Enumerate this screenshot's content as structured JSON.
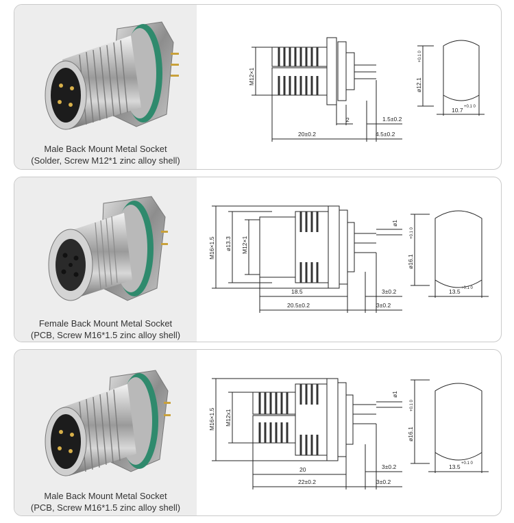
{
  "products": [
    {
      "caption_title": "Male Back Mount Metal Socket",
      "caption_spec": "(Solder, Screw M12*1  zinc alloy shell)",
      "dims": {
        "thread": "M12×1",
        "total": "20±0.2",
        "flange": "2",
        "pin_len": "4.5±0.2",
        "pin_offset": "1.5±0.2",
        "hole_d": "ø12.1",
        "hole_d_tol": "+0.1 0",
        "hole_w": "10.7",
        "hole_w_tol": "+0.1 0"
      }
    },
    {
      "caption_title": "Female Back Mount Metal Socket",
      "caption_spec": "(PCB, Screw M16*1.5  zinc alloy shell)",
      "dims": {
        "thread": "M16×1.5",
        "inner_d": "ø13.3",
        "inner_thread": "M12×1",
        "body_len": "18.5",
        "total": "20.5±0.2",
        "pin_len": "3±0.2",
        "pin_offset": "3±0.2",
        "pin_d": "ø1",
        "hole_d": "ø16.1",
        "hole_d_tol": "+0.1 0",
        "hole_w": "13.5",
        "hole_w_tol": "+0.1 0"
      }
    },
    {
      "caption_title": "Male Back Mount Metal Socket",
      "caption_spec": "(PCB, Screw M16*1.5  zinc alloy shell)",
      "dims": {
        "thread": "M16×1.5",
        "inner_thread": "M12x1",
        "body_len": "20",
        "total": "22±0.2",
        "pin_len": "3±0.2",
        "pin_offset": "3±0.2",
        "pin_d": "ø1",
        "hole_d": "ø16.1",
        "hole_d_tol": "+0.1 0",
        "hole_w": "13.5",
        "hole_w_tol": "+0.1 0"
      }
    }
  ]
}
